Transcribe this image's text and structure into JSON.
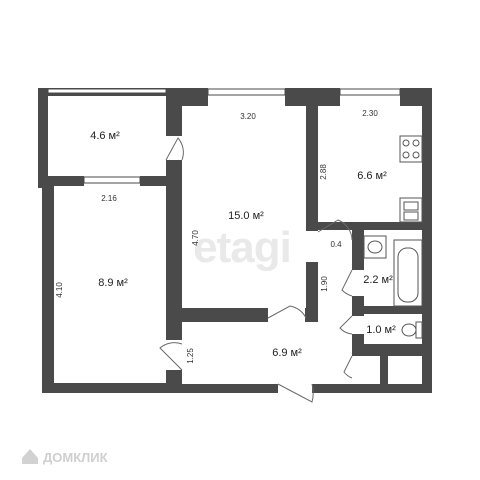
{
  "rooms": [
    {
      "id": "balcony",
      "area": "4.6 м²"
    },
    {
      "id": "room-center",
      "area": "15.0 м²"
    },
    {
      "id": "kitchen",
      "area": "6.6 м²"
    },
    {
      "id": "room-left",
      "area": "8.9 м²"
    },
    {
      "id": "bathroom",
      "area": "2.2 м²"
    },
    {
      "id": "toilet",
      "area": "1.0 м²"
    },
    {
      "id": "hallway",
      "area": "6.9 м²"
    }
  ],
  "dimensions": {
    "center_top": "3.20",
    "kitchen_top": "2.30",
    "kitchen_side": "2.88",
    "left_top": "2.16",
    "center_side": "4.70",
    "left_side": "4.10",
    "bath_gap": "0.4",
    "bath_side": "1.90",
    "hall_side": "1.25"
  },
  "watermark": "etagi",
  "logo": {
    "text": "ДОМКЛИК"
  }
}
